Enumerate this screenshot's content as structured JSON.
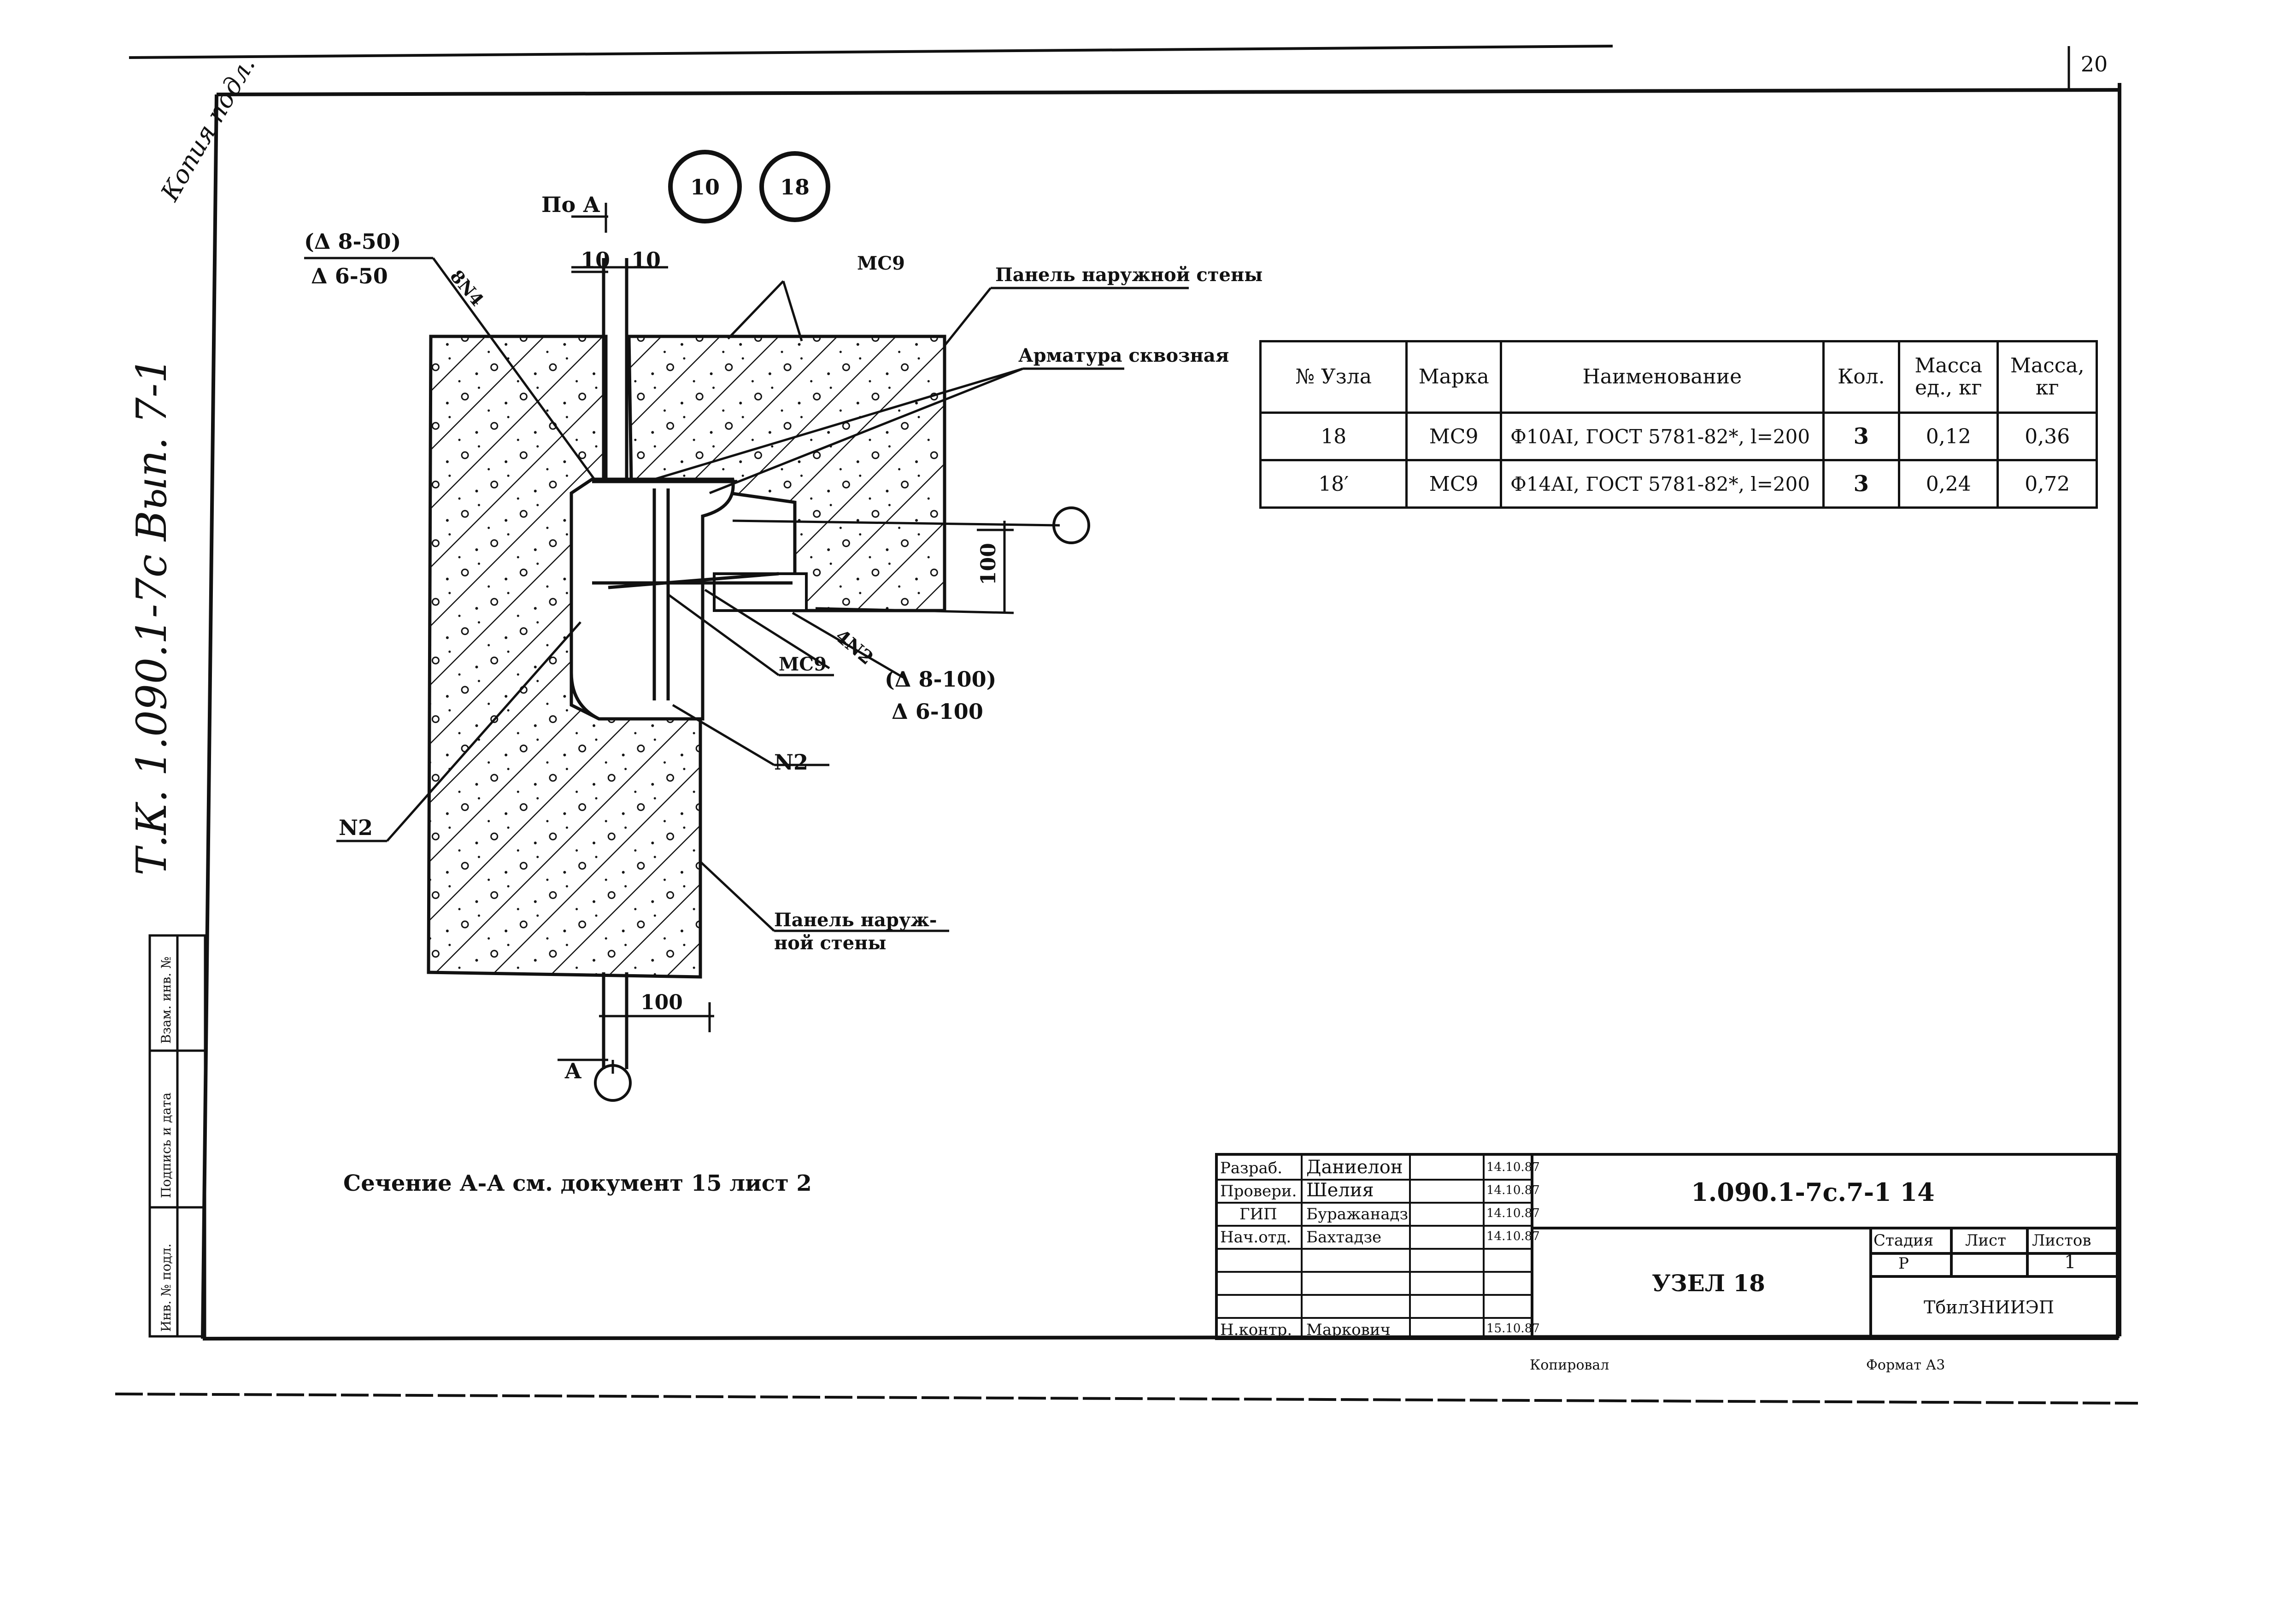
{
  "sheet": {
    "page_number": "20",
    "left_note": "Т.К. 1.090.1-7с  Вып. 7-1",
    "corner_annotation": "Копия подл."
  },
  "drawing": {
    "callout_node": "10",
    "callout_node_alt": "18",
    "cut_label": "По А",
    "dim_10a": "10",
    "dim_10b": "10",
    "label_mc9_top": "МС9",
    "label_panel_top": "Панель наружной стены",
    "label_armatura": "Арматура сквозная",
    "label_spacing_top_a": "(Δ 8-50)",
    "label_spacing_top_b": "Δ 6-50",
    "label_n4": "8N4",
    "dim_100_vert": "100",
    "label_mc9_mid": "МС9",
    "label_4n2": "4N2",
    "label_spacing_mid_a": "(Δ 8-100)",
    "label_spacing_mid_b": "Δ 6-100",
    "label_n2_right": "N2",
    "label_n2_left": "N2",
    "label_panel_bottom_a": "Панель наруж-",
    "label_panel_bottom_b": "ной стены",
    "dim_100_horiz": "100",
    "section_mark": "А",
    "section_note": "Сечение А-А см. документ 15 лист 2"
  },
  "spec_table": {
    "headers": [
      "№ Узла",
      "Марка",
      "Наименование",
      "Кол.",
      "Масса ед., кг",
      "Масса, кг"
    ],
    "rows": [
      {
        "node": "18",
        "mark": "МС9",
        "name": "Ф10АI, ГОСТ 5781-82*, l=200",
        "qty": "3",
        "unit_mass": "0,12",
        "mass": "0,36"
      },
      {
        "node": "18′",
        "mark": "МС9",
        "name": "Ф14АI, ГОСТ 5781-82*, l=200",
        "qty": "3",
        "unit_mass": "0,24",
        "mass": "0,72"
      }
    ]
  },
  "title_block": {
    "doc_code": "1.090.1-7с.7-1  14",
    "title": "УЗЕЛ 18",
    "stage_header": "Стадия",
    "sheet_header": "Лист",
    "sheets_header": "Листов",
    "stage_value": "Р",
    "sheets_value": "1",
    "org": "ТбилЗНИИЭП",
    "roles": [
      {
        "role": "Разраб.",
        "name": "Даниелон",
        "date": "14.10.87"
      },
      {
        "role": "Провери.",
        "name": "Шелия",
        "date": "14.10.87"
      },
      {
        "role": "ГИП",
        "name": "Буражанадз",
        "date": "14.10.87"
      },
      {
        "role": "Нач.отд.",
        "name": "Бахтадзе",
        "date": "14.10.87"
      },
      {
        "role": "Н.контр.",
        "name": "Маркович",
        "date": "15.10.87"
      }
    ],
    "copied": "Копировал",
    "format": "Формат А3"
  },
  "stamp": {
    "labels": [
      "Инв. № подл.",
      "Подпись и дата",
      "Взам. инв. №"
    ]
  }
}
